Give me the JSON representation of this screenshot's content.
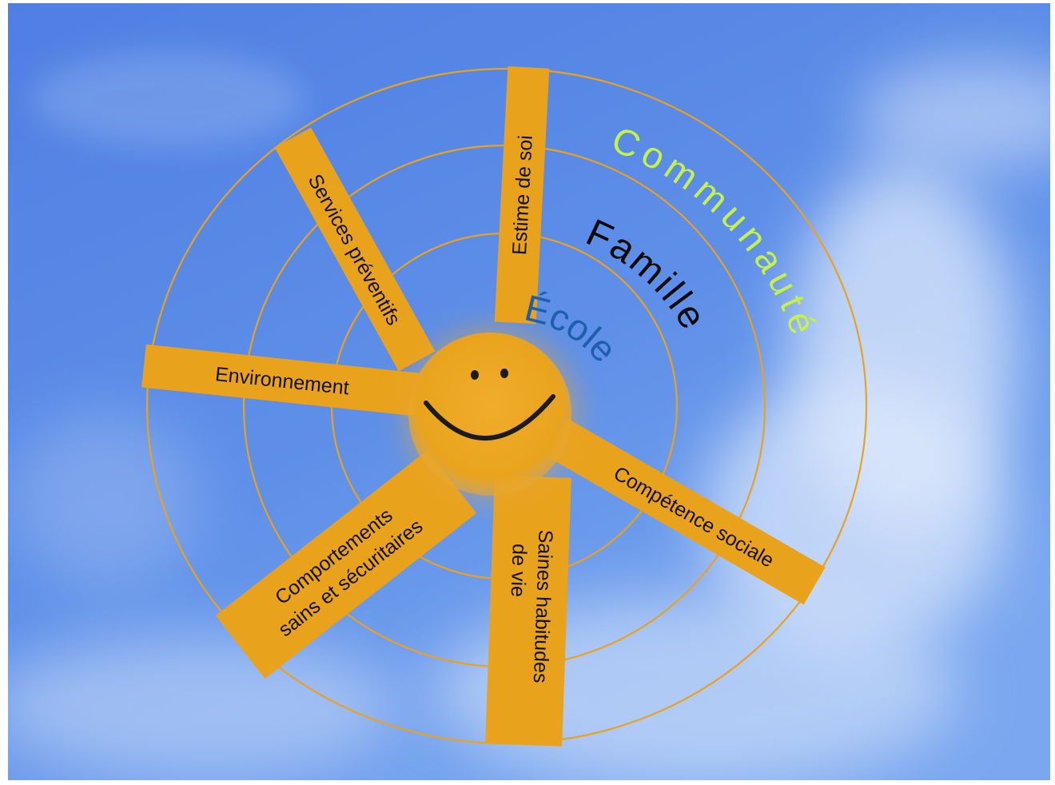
{
  "slide": {
    "colors": {
      "sky_top": "#4f7fe3",
      "sky_mid": "#5e8fe8",
      "sky_bottom": "#7aa7ef",
      "cloud": "#dfeafc",
      "ring_stroke": "#e8a21f",
      "band_fill": "#e9a21c",
      "sun_fill": "#e9a41e",
      "sun_face": "#1b1b1b",
      "spoke_text": "#111111",
      "ecole": "#1d5fae",
      "famille": "#0a0a0a",
      "communaute": "#c4f246"
    },
    "arc_labels": {
      "ecole": "École",
      "famille": "Famille",
      "communaute": "Communauté"
    },
    "spokes": {
      "estime": "Estime de soi",
      "services": "Services préventifs",
      "environnement": "Environnement",
      "comportements_1": "Comportements",
      "comportements_2": "sains et sécuritaires",
      "saines_1": "Saines habitudes",
      "saines_2": "de vie",
      "competence": "Compétence sociale"
    }
  }
}
